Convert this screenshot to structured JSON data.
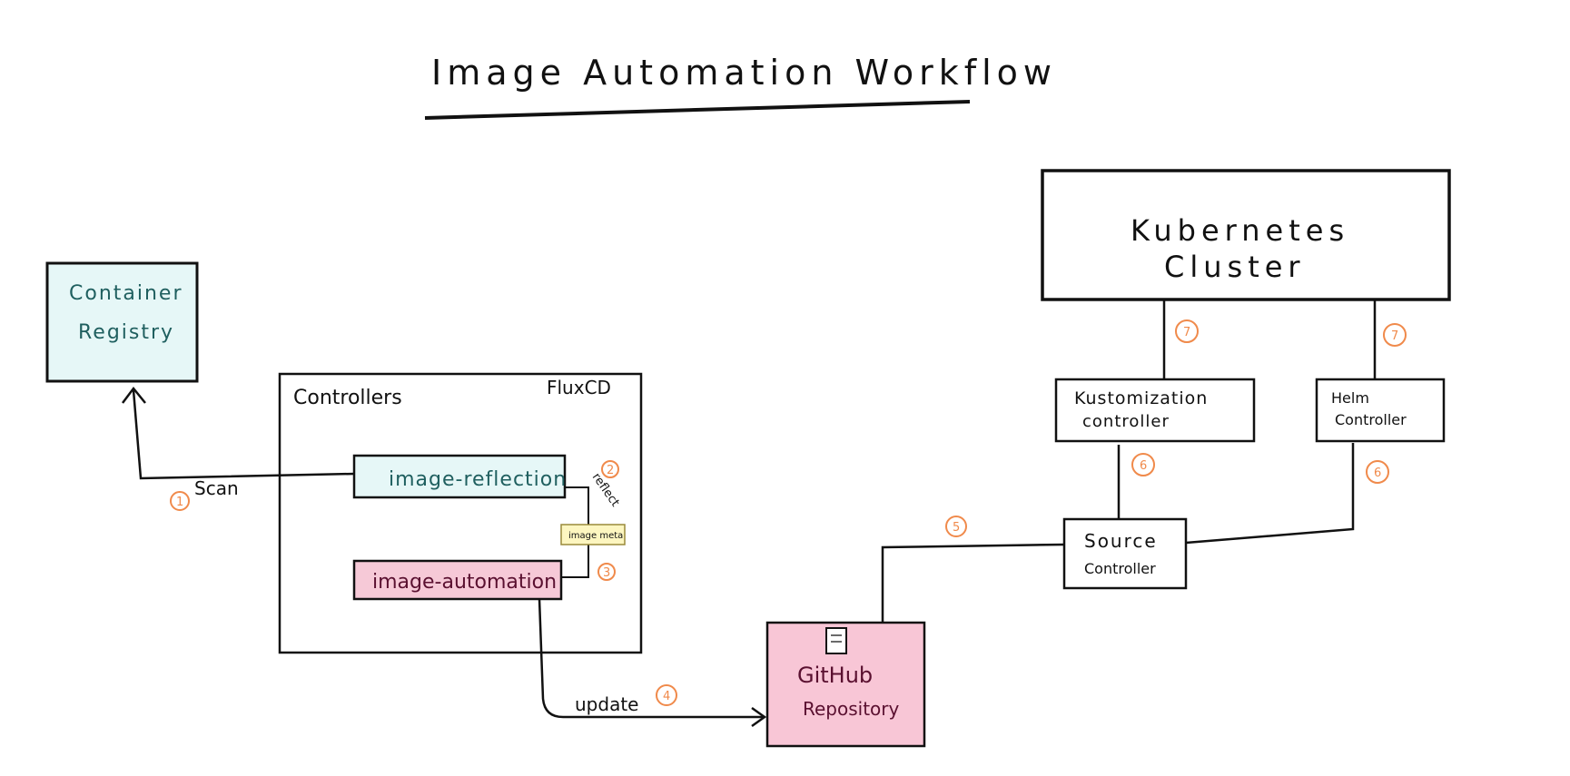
{
  "title": "Image Automation Workflow",
  "nodes": {
    "container_registry": {
      "line1": "Container",
      "line2": "Registry"
    },
    "controllers_group": {
      "label": "Controllers",
      "tag": "FluxCD"
    },
    "image_reflection": {
      "label": "image-reflection"
    },
    "image_automation": {
      "label": "image-automation"
    },
    "image_meta": {
      "label": "image meta"
    },
    "github_repository": {
      "line1": "GitHub",
      "line2": "Repository"
    },
    "source_controller": {
      "line1": "Source",
      "line2": "Controller"
    },
    "kustomization_controller": {
      "line1": "Kustomization",
      "line2": "controller"
    },
    "helm_controller": {
      "line1": "Helm",
      "line2": "Controller"
    },
    "kubernetes_cluster": {
      "line1": "Kubernetes",
      "line2": "Cluster"
    }
  },
  "edges": {
    "scan": {
      "label": "Scan",
      "step": "1"
    },
    "reflect": {
      "label": "reflect",
      "step": "2"
    },
    "meta_to_automation": {
      "step": "3"
    },
    "update": {
      "label": "update",
      "step": "4"
    },
    "github_to_source": {
      "step": "5"
    },
    "source_to_kustomization": {
      "step": "6"
    },
    "source_to_helm": {
      "step": "6"
    },
    "kustomization_to_cluster": {
      "step": "7"
    },
    "helm_to_cluster": {
      "step": "7"
    }
  },
  "colors": {
    "registry_fill": "#e6f7f7",
    "reflection_fill": "#e6f7f7",
    "automation_fill": "#f6c9d7",
    "github_fill": "#f8c6d6",
    "meta_fill": "#fdf6c0",
    "step_marker": "#f08a4b"
  }
}
